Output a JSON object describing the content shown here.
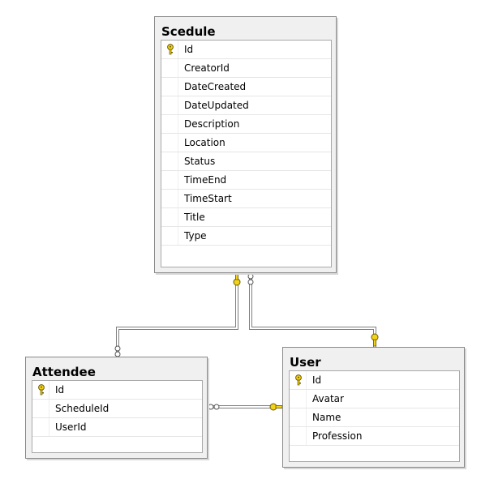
{
  "tables": {
    "scedule": {
      "title": "Scedule",
      "columns": [
        "Id",
        "CreatorId",
        "DateCreated",
        "DateUpdated",
        "Description",
        "Location",
        "Status",
        "TimeEnd",
        "TimeStart",
        "Title",
        "Type"
      ],
      "primary_key": "Id"
    },
    "attendee": {
      "title": "Attendee",
      "columns": [
        "Id",
        "ScheduleId",
        "UserId"
      ],
      "primary_key": "Id"
    },
    "user": {
      "title": "User",
      "columns": [
        "Id",
        "Avatar",
        "Name",
        "Profession"
      ],
      "primary_key": "Id"
    }
  },
  "relationships": [
    {
      "from": "Attendee",
      "to": "Scedule",
      "one_side": "Scedule",
      "many_side": "Attendee"
    },
    {
      "from": "Scedule",
      "to": "User",
      "one_side": "User",
      "many_side": "Scedule"
    },
    {
      "from": "Attendee",
      "to": "User",
      "one_side": "User",
      "many_side": "Attendee"
    }
  ],
  "colors": {
    "key": "#f2d21a",
    "line": "#7f7f7f",
    "table_bg": "#f0f0f0",
    "grid_border": "#a9a9a9"
  }
}
